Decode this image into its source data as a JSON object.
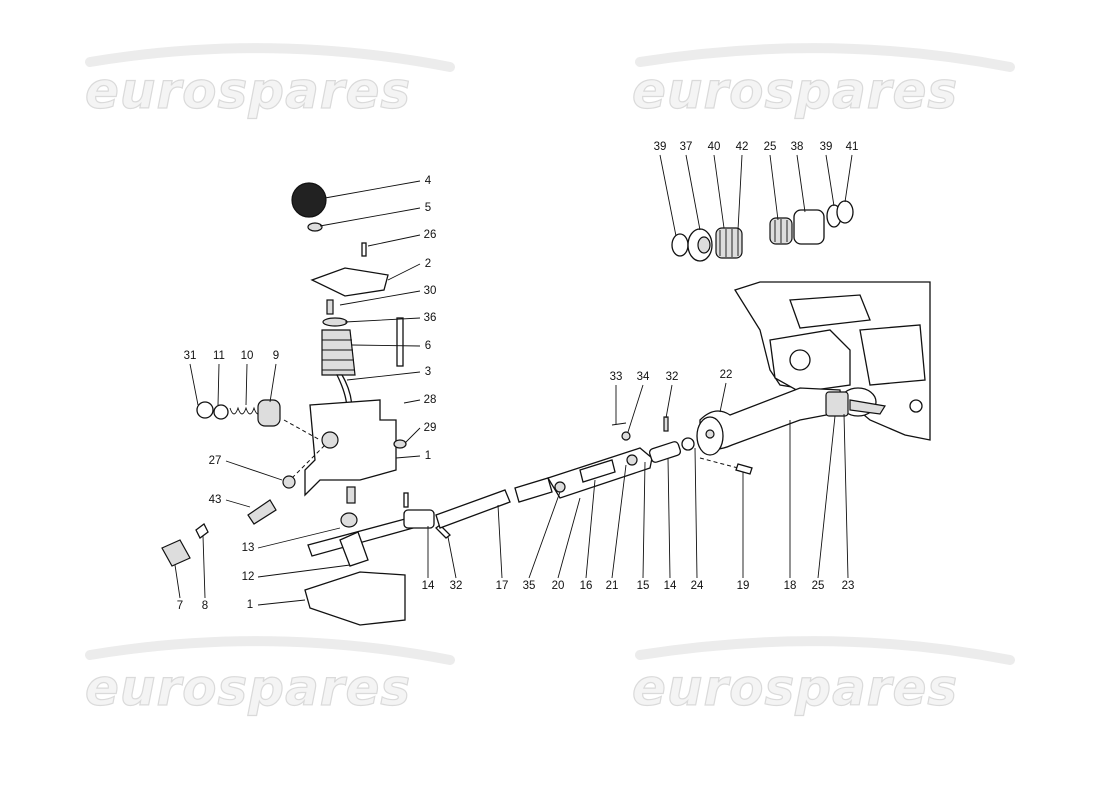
{
  "watermarks": [
    "eurospares",
    "eurospares",
    "eurospares",
    "eurospares"
  ],
  "labels": {
    "top_cluster": [
      "39",
      "37",
      "40",
      "42",
      "25",
      "38",
      "39",
      "41"
    ],
    "lever_column": [
      "4",
      "5",
      "26",
      "2",
      "30",
      "36",
      "6",
      "3",
      "28",
      "29",
      "1"
    ],
    "detent": [
      "31",
      "11",
      "10",
      "9"
    ],
    "left_lower": [
      "27",
      "43",
      "13",
      "12",
      "7",
      "8",
      "1"
    ],
    "bottom_row": [
      "14",
      "32",
      "17",
      "35",
      "20",
      "16",
      "21",
      "15",
      "14",
      "24",
      "19",
      "18",
      "25",
      "23"
    ],
    "shaft_top": [
      "33",
      "34",
      "32",
      "22"
    ]
  }
}
